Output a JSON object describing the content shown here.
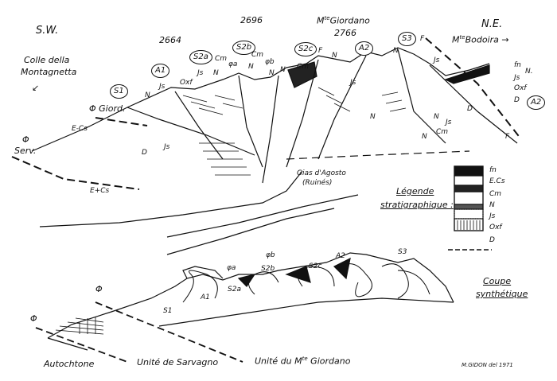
{
  "panorama": {
    "orientation_left": "S.W.",
    "orientation_right": "N.E.",
    "colle": [
      "Colle della",
      "Montagnetta"
    ],
    "peaks": {
      "p2664": "2664",
      "p2696": "2696",
      "giordano_prefix": "M",
      "giordano_sup": "te",
      "giordano_name": "Giordano",
      "giordano_alt": "2766",
      "bodoira_prefix": "M",
      "bodoira_sup": "te",
      "bodoira_name": "Bodoira →"
    },
    "circled": {
      "A1": "A1",
      "S1": "S1",
      "S2a": "S2a",
      "S2b": "S2b",
      "S2c": "S2c",
      "A2": "A2",
      "S3": "S3",
      "A2_right": "A2"
    },
    "small_labels": {
      "cm1": "Cm",
      "phia": "φa",
      "js1": "Js",
      "n1": "N",
      "cm2": "Cm",
      "phib": "φb",
      "n2": "N",
      "oxf1": "Oxf",
      "js2": "Js",
      "n3": "N",
      "n4": "N",
      "n5": "N",
      "cm3": "Cm",
      "f1": "F",
      "n6": "N",
      "js3": "Js",
      "n7": "N",
      "js4": "Js",
      "fn": "fn",
      "n8": "N.",
      "js5": "Js",
      "oxf2": "Oxf",
      "d1": "D",
      "n9": "N",
      "n10": "N",
      "js6": "Js",
      "cm4": "Cm",
      "n11": "N",
      "f2": "F",
      "f3": "F",
      "js7": "Js",
      "d2": "D",
      "d3": "D"
    },
    "phi_giord": "Φ Giord.",
    "e_cs": "E-Cs",
    "phi": "Φ",
    "serv": "Serv.",
    "e_plus_cs": "E+Cs",
    "gias": [
      "Gias d'Agosto",
      "(Ruinés)"
    ]
  },
  "legend": {
    "title": [
      "Légende",
      "stratigraphique :"
    ],
    "units": [
      "fn",
      "E.Cs",
      "Cm",
      "N",
      "Js",
      "Oxf",
      "D"
    ]
  },
  "section": {
    "title": [
      "Coupe",
      "synthétique"
    ],
    "labels": {
      "S1": "S1",
      "A1": "A1",
      "S2a": "S2a",
      "phia": "φa",
      "phib": "φb",
      "S2b": "S2b",
      "S2c": "S2c",
      "A2": "A2",
      "S3": "S3",
      "phi1": "Φ",
      "phi2": "Φ"
    },
    "units": {
      "autochtone": "Autochtone",
      "sarvagno": "Unité de Sarvagno",
      "giordano_prefix": "Unité du M",
      "giordano_sup": "te",
      "giordano_name": " Giordano"
    },
    "signature": "M.GIDON del 1971"
  }
}
